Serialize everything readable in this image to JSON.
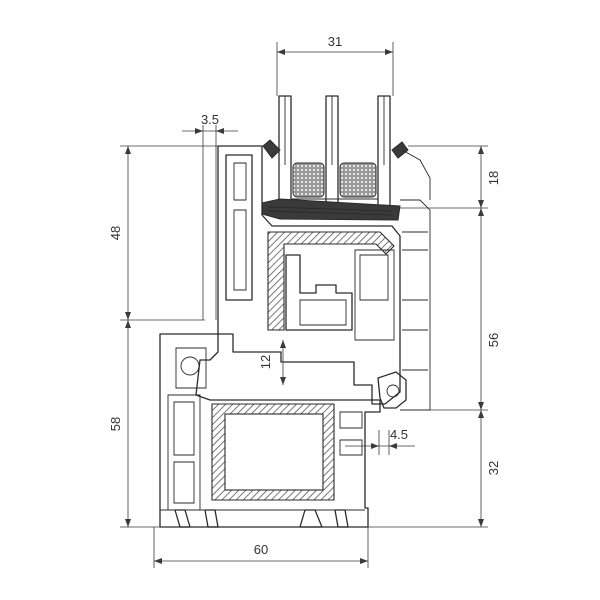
{
  "dimensions": {
    "glass_width": "31",
    "wall_gap": "3.5",
    "sash_upper_height": "48",
    "frame_lower_height": "58",
    "bead_height": "18",
    "sash_height": "56",
    "rebate_height": "12",
    "drain_gap": "4.5",
    "frame_bottom_height": "32",
    "frame_depth": "60"
  },
  "colors": {
    "line": "#2b2b2b",
    "hatch": "#555555",
    "background": "#ffffff"
  }
}
